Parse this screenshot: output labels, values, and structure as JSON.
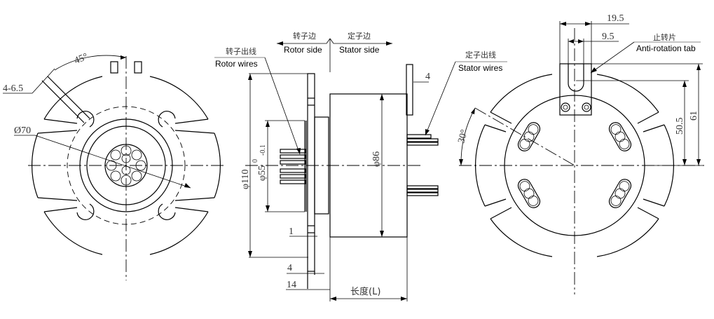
{
  "drawing": {
    "title": "Slip ring technical drawing",
    "front_view": {
      "angle_label": "45°",
      "hole_label": "4-6.5",
      "diameter_label": "Ø70"
    },
    "side_view": {
      "rotor_side_cn": "转子边",
      "rotor_side_en": "Rotor side",
      "stator_side_cn": "定子边",
      "stator_side_en": "Stator  side",
      "rotor_wires_cn": "转子出线",
      "rotor_wires_en": "Rotor wires",
      "stator_wires_cn": "定子出线",
      "stator_wires_en": "Stator wires",
      "dia_110": "φ110",
      "dia_55": "φ55",
      "dia_55_tol_upper": "0",
      "dia_55_tol_lower": "-0.1",
      "dia_86": "φ86",
      "dim_4_top": "4",
      "dim_1": "1",
      "dim_4_bottom": "4",
      "dim_14": "14",
      "length_label": "长度(L)"
    },
    "rear_view": {
      "dim_19_5": "19.5",
      "dim_9_5": "9.5",
      "anti_rotation_cn": "止转片",
      "anti_rotation_en": "Anti-rotation tab",
      "dim_50_5": "50.5",
      "dim_61": "61",
      "angle_30": "30°"
    }
  }
}
